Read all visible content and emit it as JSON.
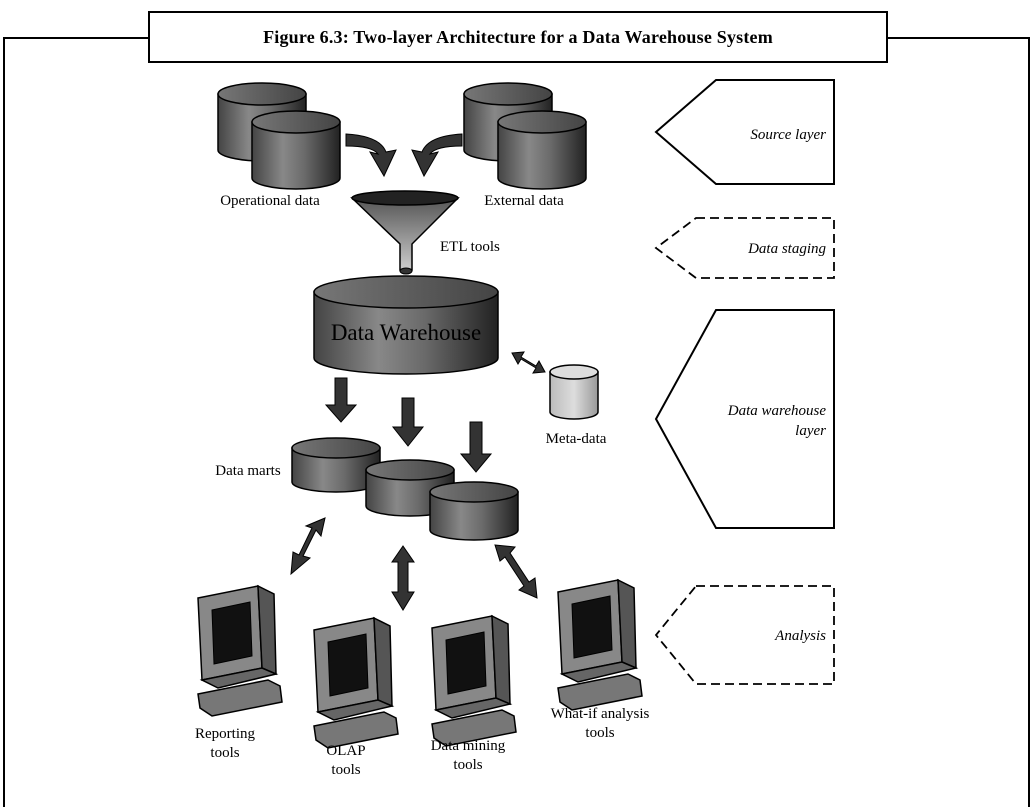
{
  "figure": {
    "title": "Figure 6.3: Two-layer Architecture for a Data Warehouse System"
  },
  "sources": {
    "operational": "Operational data",
    "external": "External data"
  },
  "etl": "ETL tools",
  "warehouse": "Data Warehouse",
  "metadata": "Meta-data",
  "datamarts": "Data marts",
  "tools": {
    "reporting": [
      "Reporting",
      "tools"
    ],
    "olap": [
      "OLAP",
      "tools"
    ],
    "mining": [
      "Data mining",
      "tools"
    ],
    "whatif": [
      "What-if analysis",
      "tools"
    ]
  },
  "layers": {
    "source": "Source layer",
    "staging": "Data staging",
    "warehouse": [
      "Data warehouse",
      "layer"
    ],
    "analysis": "Analysis"
  }
}
